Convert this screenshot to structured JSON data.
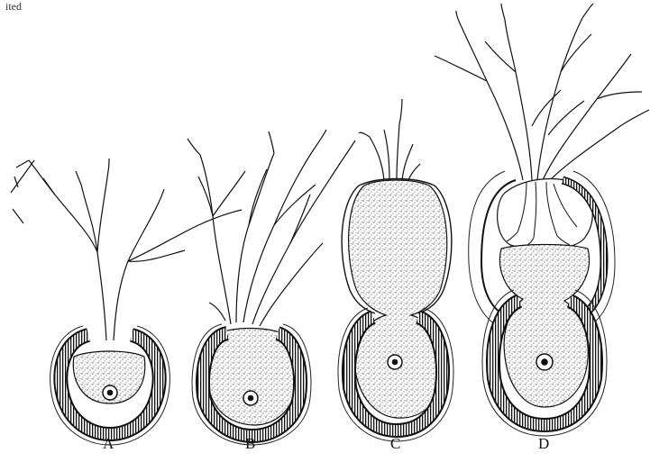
{
  "top_fragment": "ited",
  "figures": [
    {
      "label": "A"
    },
    {
      "label": "B"
    },
    {
      "label": "C"
    },
    {
      "label": "D"
    }
  ]
}
